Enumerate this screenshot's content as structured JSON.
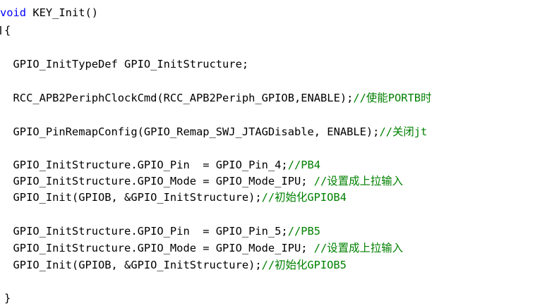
{
  "editor": {
    "lines": [
      {
        "kw": "void",
        "code": " KEY_Init()",
        "comment": ""
      },
      {
        "kw": "",
        "code": "{",
        "comment": ""
      },
      {
        "kw": "",
        "code": "  GPIO_InitTypeDef GPIO_InitStructure;",
        "comment": ""
      },
      {
        "kw": "",
        "code": "  RCC_APB2PeriphClockCmd(RCC_APB2Periph_GPIOB,ENABLE);",
        "comment": "//使能PORTB时"
      },
      {
        "kw": "",
        "code": "  GPIO_PinRemapConfig(GPIO_Remap_SWJ_JTAGDisable, ENABLE);",
        "comment": "//关闭jt"
      },
      {
        "kw": "",
        "code": "  GPIO_InitStructure.GPIO_Pin  = GPIO_Pin_4;",
        "comment": "//PB4"
      },
      {
        "kw": "",
        "code": "  GPIO_InitStructure.GPIO_Mode = GPIO_Mode_IPU; ",
        "comment": "//设置成上拉输入"
      },
      {
        "kw": "",
        "code": "  GPIO_Init(GPIOB, &GPIO_InitStructure);",
        "comment": "//初始化GPIOB4"
      },
      {
        "kw": "",
        "code": "  GPIO_InitStructure.GPIO_Pin  = GPIO_Pin_5;",
        "comment": "//PB5"
      },
      {
        "kw": "",
        "code": "  GPIO_InitStructure.GPIO_Mode = GPIO_Mode_IPU; ",
        "comment": "//设置成上拉输入"
      },
      {
        "kw": "",
        "code": "  GPIO_Init(GPIOB, &GPIO_InitStructure);",
        "comment": "//初始化GPIOB5"
      },
      {
        "kw": "",
        "code": "}",
        "comment": ""
      }
    ]
  },
  "colors": {
    "keyword": "#0000ff",
    "comment": "#008000",
    "text": "#000000",
    "background": "#ffffff"
  }
}
